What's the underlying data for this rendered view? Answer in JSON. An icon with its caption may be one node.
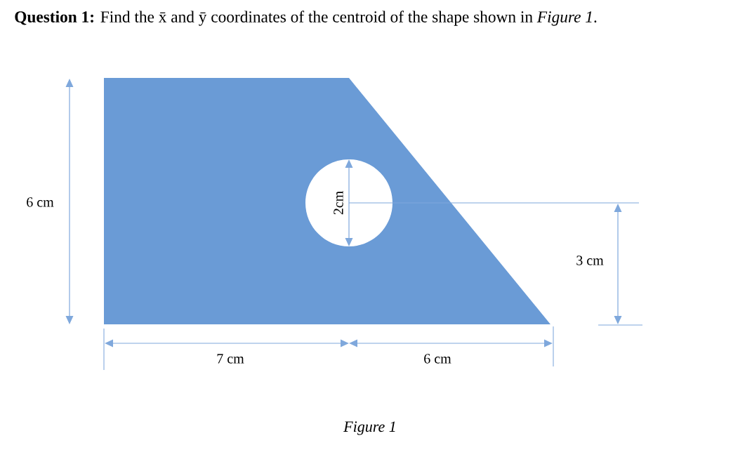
{
  "diagram": {
    "title": "**Question 1:** Find the x̄ and ȳ coordinates of the centroid of the shape shown in *Figure 1*.",
    "caption": "Figure 1",
    "labels": [
      "6 cm",
      "2cm",
      "3 cm",
      "7 cm",
      "6 cm"
    ]
  }
}
